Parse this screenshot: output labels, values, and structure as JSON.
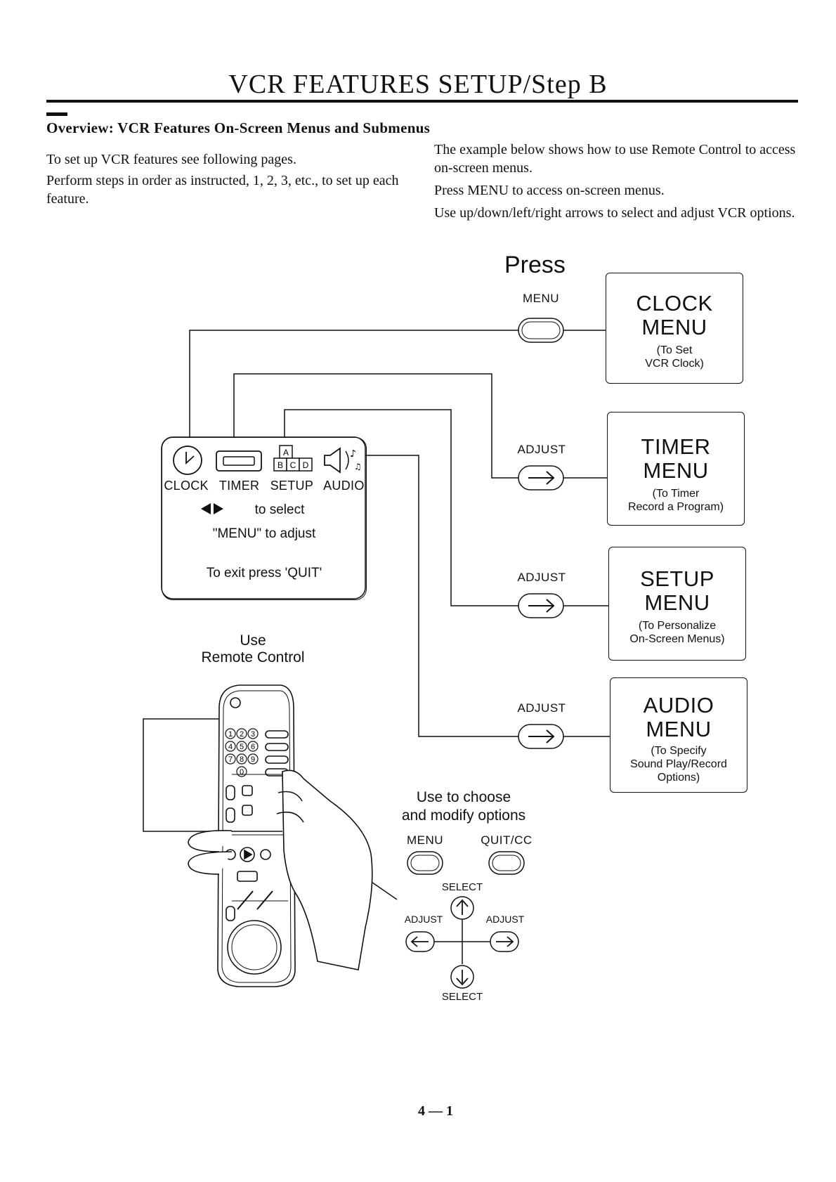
{
  "header": {
    "title": "VCR FEATURES SETUP/Step B"
  },
  "overview": {
    "heading": "Overview: VCR Features On-Screen Menus and Submenus",
    "left_paragraphs": [
      "To set up VCR features see following pages.",
      "Perform steps in order as instructed, 1, 2, 3, etc., to set up each feature."
    ],
    "right_paragraphs": [
      "The example below shows how to use Remote Control to access on-screen menus.",
      "Press MENU to access on-screen menus.",
      "Use up/down/left/right arrows to select and adjust VCR options."
    ]
  },
  "diagram": {
    "press_label": "Press",
    "menu_button_label": "MENU",
    "adjust_label": "ADJUST",
    "menus": [
      {
        "title_line1": "CLOCK",
        "title_line2": "MENU",
        "sub_line1": "(To Set",
        "sub_line2": "VCR Clock)",
        "sub_line3": ""
      },
      {
        "title_line1": "TIMER",
        "title_line2": "MENU",
        "sub_line1": "(To Timer",
        "sub_line2": "Record a Program)",
        "sub_line3": ""
      },
      {
        "title_line1": "SETUP",
        "title_line2": "MENU",
        "sub_line1": "(To Personalize",
        "sub_line2": "On-Screen Menus)",
        "sub_line3": ""
      },
      {
        "title_line1": "AUDIO",
        "title_line2": "MENU",
        "sub_line1": "(To Specify",
        "sub_line2": "Sound Play/Record",
        "sub_line3": "Options)"
      }
    ],
    "onscreen": {
      "icon_labels": "CLOCK TIMER SETUP AUDIO",
      "select_text": "to select",
      "adjust_text": "\"MENU\" to adjust",
      "exit_text": "To exit press 'QUIT'",
      "setup_icon_letters": [
        "A",
        "B",
        "C",
        "D"
      ]
    },
    "remote_caption_line1": "Use",
    "remote_caption_line2": "Remote Control",
    "choose_caption_line1": "Use to choose",
    "choose_caption_line2": "and modify options",
    "control_labels": {
      "menu": "MENU",
      "quit": "QUIT/CC",
      "select_top": "SELECT",
      "adjust_left": "ADJUST",
      "adjust_right": "ADJUST",
      "select_bottom": "SELECT"
    },
    "remote_keys": [
      "1",
      "2",
      "3",
      "4",
      "5",
      "6",
      "7",
      "8",
      "9",
      "0"
    ]
  },
  "footer": {
    "page_number": "4 — 1"
  }
}
